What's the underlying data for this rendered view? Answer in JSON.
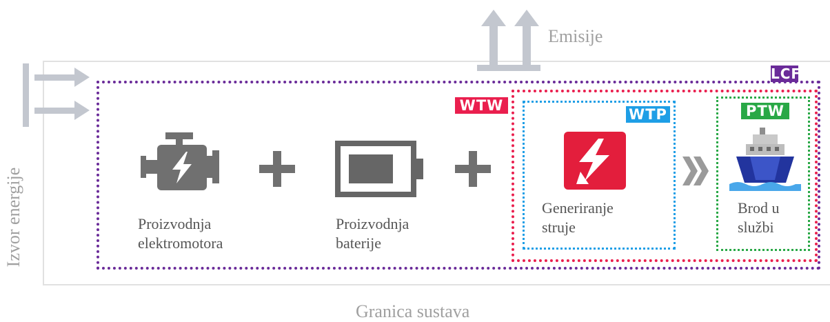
{
  "labels": {
    "emissions": "Emisije",
    "energy_source": "Izvor energije",
    "system_boundary": "Granica sustava"
  },
  "tags": {
    "lcf": "LCF",
    "wtw": "WTW",
    "wtp": "WTP",
    "ptw": "PTW"
  },
  "steps": {
    "motor": [
      "Proizvodnja",
      "elektromotora"
    ],
    "battery": [
      "Proizvodnja",
      "baterije"
    ],
    "generation": [
      "Generiranje",
      "struje"
    ],
    "ship": [
      "Brod u",
      "službi"
    ]
  },
  "icons": {
    "motor": "engine-icon",
    "battery": "battery-icon",
    "generation": "power-generation-icon",
    "ship": "ship-icon",
    "plus": "plus-icon",
    "chevron": "double-chevron-icon"
  },
  "colors": {
    "lcf": "#6a2b99",
    "wtw": "#ea1f4e",
    "wtp": "#1e9ee6",
    "ptw": "#29a846",
    "arrows": "#c3c7cf",
    "icons": "#707070"
  }
}
